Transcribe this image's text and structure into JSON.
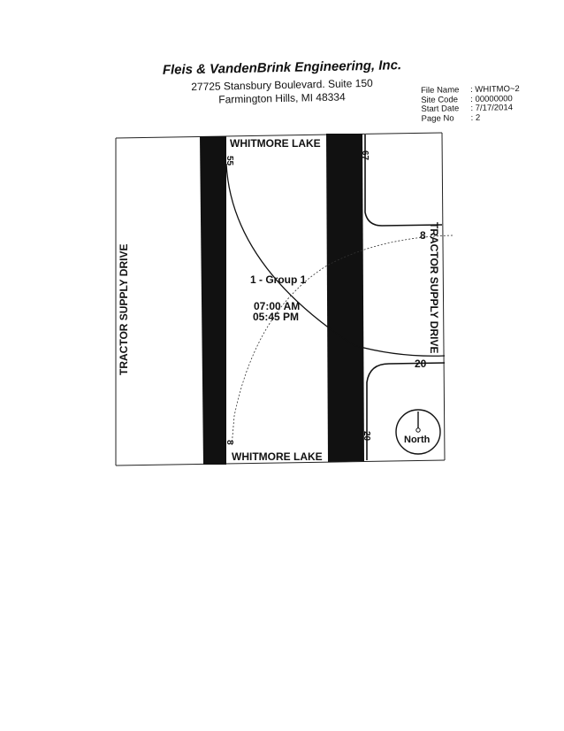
{
  "header": {
    "company": "Fleis & VandenBrink Engineering, Inc.",
    "address_line1": "27725 Stansbury Boulevard. Suite 150",
    "address_line2": "Farmington Hills, MI 48334"
  },
  "file_info": [
    {
      "key": "File Name",
      "value": ": WHITMO~2"
    },
    {
      "key": "Site Code",
      "value": ": 00000000"
    },
    {
      "key": "Start Date",
      "value": ": 7/17/2014"
    },
    {
      "key": "Page No",
      "value": ": 2"
    }
  ],
  "diagram": {
    "road_top": "WHITMORE LAKE",
    "road_bottom": "WHITMORE LAKE",
    "road_left": "TRACTOR SUPPLY DRIVE",
    "road_right": "TRACTOR SUPPLY DRIVE",
    "group_label": "1 - Group 1",
    "time_am": "07:00 AM",
    "time_pm": "05:45 PM",
    "count_left_top": "55",
    "count_right_top": "67",
    "count_right_upper": "8",
    "count_right_lower": "20",
    "count_left_bottom": "8",
    "count_right_bottom": "20",
    "north_label": "North"
  }
}
